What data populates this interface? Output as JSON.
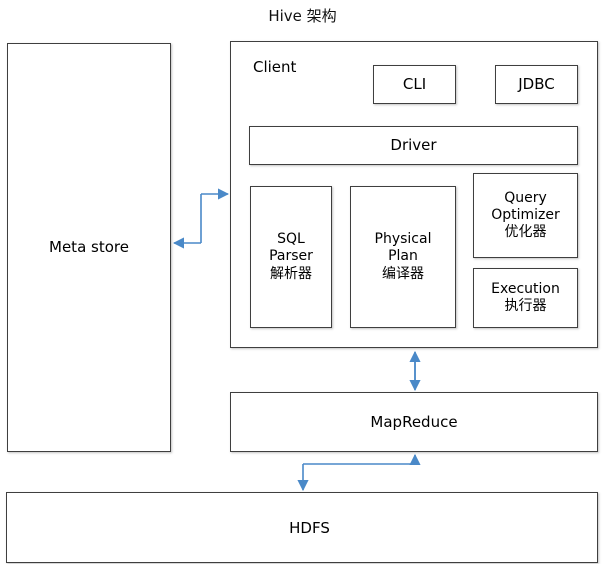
{
  "diagram": {
    "title": "Hive 架构",
    "arrow_color": "#4a89c8",
    "border_color": "#3f3f3f",
    "background": "#ffffff"
  },
  "metastore": {
    "label": "Meta store"
  },
  "client": {
    "label": "Client",
    "cli": "CLI",
    "jdbc": "JDBC",
    "driver": "Driver",
    "sql_parser": {
      "line1": "SQL",
      "line2": "Parser",
      "line3": "解析器"
    },
    "physical_plan": {
      "line1": "Physical",
      "line2": "Plan",
      "line3": "编译器"
    },
    "query_optimizer": {
      "line1": "Query",
      "line2": "Optimizer",
      "line3": "优化器"
    },
    "execution": {
      "line1": "Execution",
      "line2": "执行器"
    }
  },
  "mapreduce": {
    "label": "MapReduce"
  },
  "hdfs": {
    "label": "HDFS"
  }
}
